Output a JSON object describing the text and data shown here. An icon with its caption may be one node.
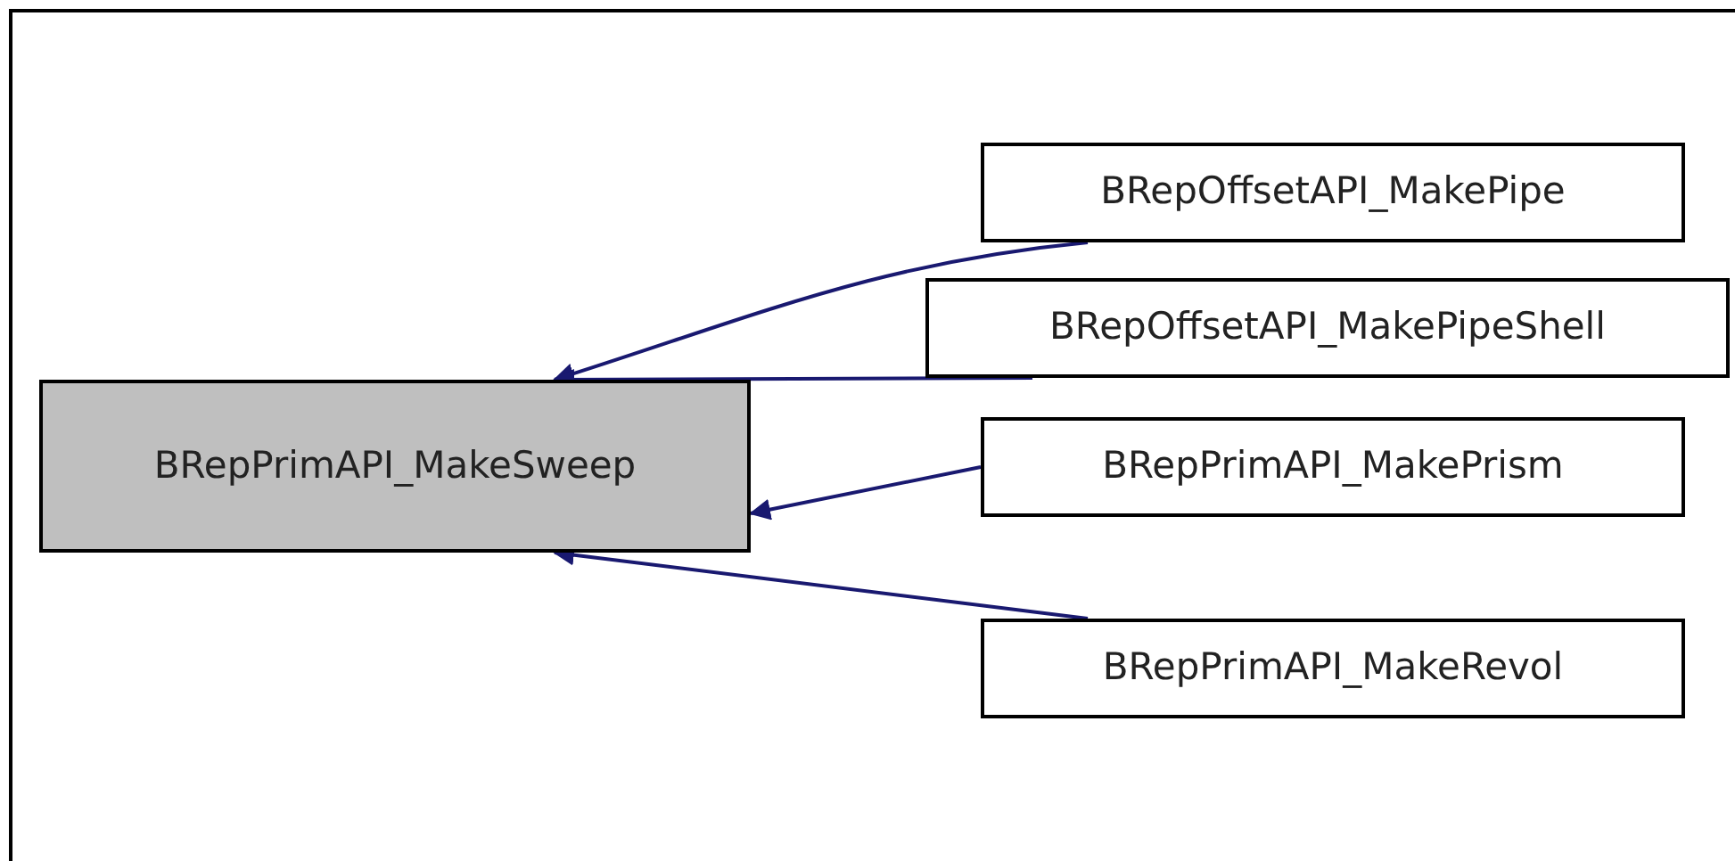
{
  "diagram": {
    "nodes": [
      {
        "text": [
          "BRepPrimAPI_MakeSweep"
        ]
      },
      {
        "text": [
          "BRepOffsetAPI_MakePipe"
        ]
      },
      {
        "text": [
          "BRepOffsetAPI_MakePipeShell"
        ]
      },
      {
        "text": [
          "BRepPrimAPI_MakePrism"
        ]
      },
      {
        "text": [
          "BRepPrimAPI_MakeRevol"
        ]
      }
    ],
    "edges": [
      {
        "from": 1,
        "to": 0,
        "arrow": "to"
      },
      {
        "from": 2,
        "to": 0,
        "arrow": "to"
      },
      {
        "from": 3,
        "to": 0,
        "arrow": "to"
      },
      {
        "from": 4,
        "to": 0,
        "arrow": "to"
      }
    ]
  }
}
